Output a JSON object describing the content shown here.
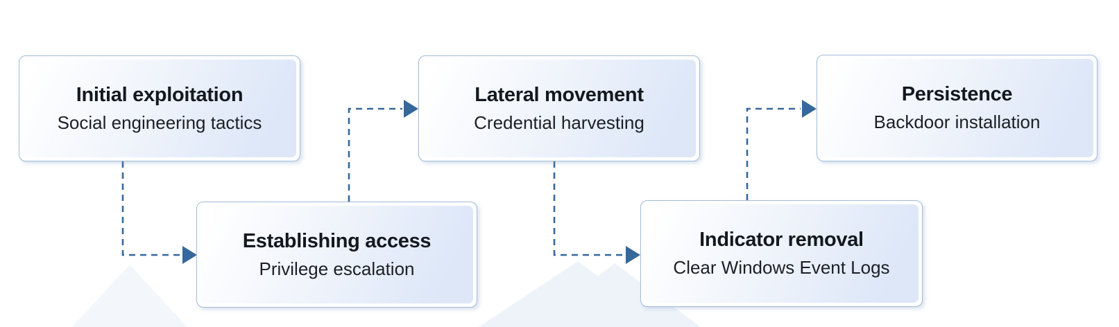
{
  "diagram": {
    "type": "flowchart",
    "direction": "left-to-right-staggered",
    "nodes": [
      {
        "id": "initial-exploitation",
        "title": "Initial exploitation",
        "subtitle": "Social engineering tactics",
        "row": "top"
      },
      {
        "id": "establishing-access",
        "title": "Establishing access",
        "subtitle": "Privilege escalation",
        "row": "bottom"
      },
      {
        "id": "lateral-movement",
        "title": "Lateral movement",
        "subtitle": "Credential harvesting",
        "row": "top"
      },
      {
        "id": "indicator-removal",
        "title": "Indicator removal",
        "subtitle": "Clear Windows Event Logs",
        "row": "bottom"
      },
      {
        "id": "persistence",
        "title": "Persistence",
        "subtitle": "Backdoor installation",
        "row": "top"
      }
    ],
    "edges": [
      {
        "from": "initial-exploitation",
        "to": "establishing-access",
        "style": "dashed-elbow",
        "arrow": "right"
      },
      {
        "from": "establishing-access",
        "to": "lateral-movement",
        "style": "dashed-elbow",
        "arrow": "right"
      },
      {
        "from": "lateral-movement",
        "to": "indicator-removal",
        "style": "dashed-elbow",
        "arrow": "right"
      },
      {
        "from": "indicator-removal",
        "to": "persistence",
        "style": "dashed-elbow",
        "arrow": "right"
      }
    ],
    "colors": {
      "background": "#ffffff",
      "connector": "#35689c",
      "node_border": "#a3bbd8",
      "node_fill_start": "#ffffff",
      "node_fill_end": "#dde7f8",
      "title_text": "#14181f",
      "subtitle_text": "#1c2026",
      "watermark": "#eff3fa"
    }
  }
}
